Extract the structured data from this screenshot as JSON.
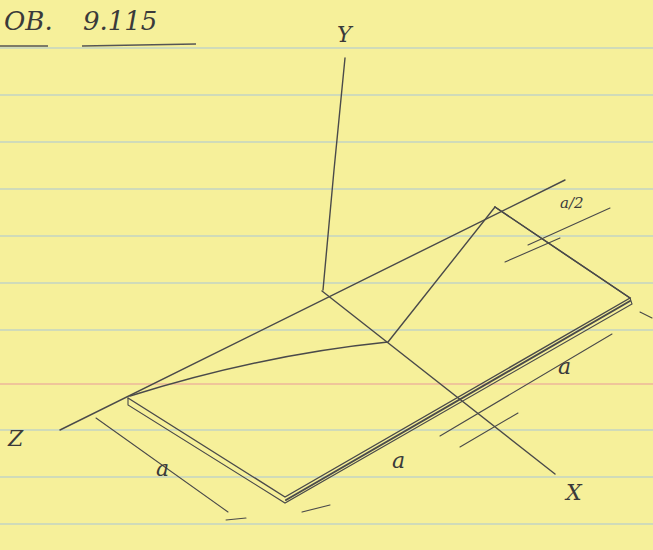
{
  "diagram": {
    "title": "OB. 9.115",
    "labels": [
      "Y",
      "Z",
      "X",
      "a/2",
      "a",
      "a",
      "a"
    ]
  }
}
